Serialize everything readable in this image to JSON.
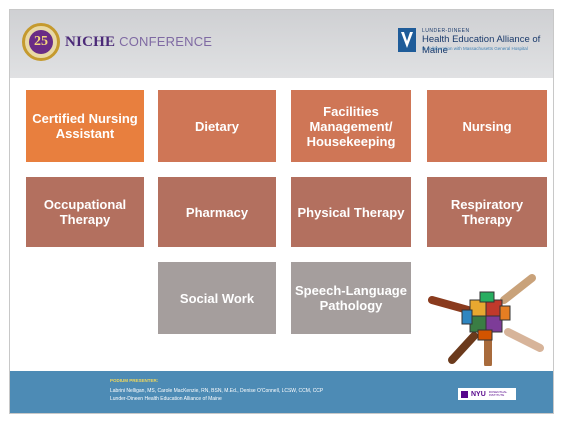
{
  "header": {
    "conference_niche": "NICHE",
    "conference_word": "CONFERENCE",
    "badge_number": "25",
    "hea_top": "LUNDER-DINEEN",
    "hea_main": "Health Education Alliance of Maine",
    "hea_sub": "In collaboration with Massachusetts General Hospital"
  },
  "tiles": [
    "Certified Nursing Assistant",
    "Dietary",
    "Facilities Management/ Housekeeping",
    "Nursing",
    "Occupational Therapy",
    "Pharmacy",
    "Physical Therapy",
    "Respiratory Therapy",
    "Social Work",
    "Speech-Language Pathology"
  ],
  "colors": {
    "orange": "#e87f3e",
    "coral": "#cf7656",
    "rose": "#b3705f",
    "gray": "#a59e9d",
    "footer": "#4d8bb5"
  },
  "footer": {
    "podium_label": "PODIUM PRESENTER:",
    "presenters": "Labrini Nelligan, MS, Carole MacKenzie, RN, BSN, M.Ed., Denise O'Connell, LCSW, CCM, CCP",
    "organization": "Lunder-Dineen Health Education Alliance of Maine",
    "nyu_logo": "NYU",
    "nyu_sub": "ROSENTHAL INSTITUTE"
  },
  "icons": [
    "niche-25-badge",
    "hea-logo",
    "puzzle-hands-image",
    "nyu-logo"
  ]
}
